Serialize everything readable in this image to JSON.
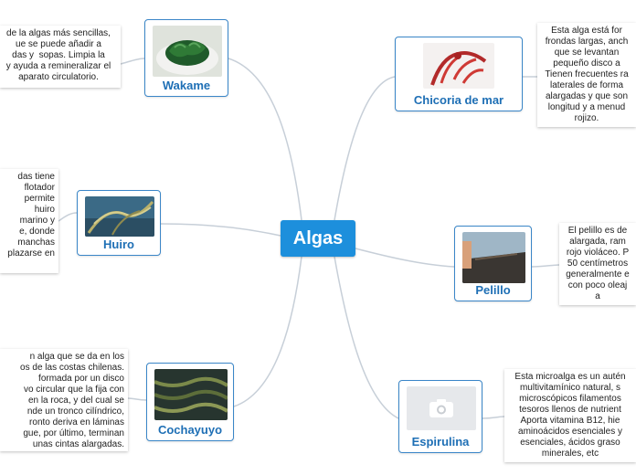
{
  "center": {
    "label": "Algas"
  },
  "topics": {
    "wakame": {
      "label": "Wakame",
      "image": "seaweed-bowl-image"
    },
    "huiro": {
      "label": "Huiro",
      "image": "kelp-water-image"
    },
    "cochayuyo": {
      "label": "Cochayuyo",
      "image": "cochayuyo-image"
    },
    "chicoria": {
      "label": "Chicoria de mar",
      "image": "red-seaweed-image"
    },
    "pelillo": {
      "label": "Pelillo",
      "image": "pelillo-drying-image"
    },
    "espirulina": {
      "label": "Espirulina",
      "image": "camera-placeholder-icon"
    }
  },
  "notes": {
    "wakame": "de la algas más sencillas,\nue se puede añadir a\ndas y  sopas. Limpia la\ny ayuda a remineralizar el\naparato circulatorio.",
    "huiro": "das tiene\nflotador\npermite\nhuiro\nmarino y\ne, donde\nmanchas\nplazarse en",
    "cochayuyo": "n alga que se da en los\nos de las costas chilenas.\nformada por un disco\nvo circular que la fija con\nen la roca, y del cual se\nnde un tronco cilíndrico,\nronto deriva en láminas\ngue, por último, terminan\nunas cintas alargadas.",
    "chicoria": "Esta alga está for\nfrondas largas, anch\nque se levantan\npequeño disco a\nTienen frecuentes ra\nlaterales de forma\nalargadas y que son\nlongitud y a menud\nrojizo.",
    "pelillo": "El pelillo es de\nalargada, ram\nrojo violáceo. P\n50 centímetros\ngeneralmente e\ncon poco oleaj\na",
    "espirulina": "Esta microalga es un autén\nmultivitamínico natural, s\nmicroscópicos filamentos\ntesoros llenos de nutrient\nAporta vitamina B12, hie\naminoácidos esenciales y\nesenciales, ácidos graso\nminerales, etc"
  }
}
